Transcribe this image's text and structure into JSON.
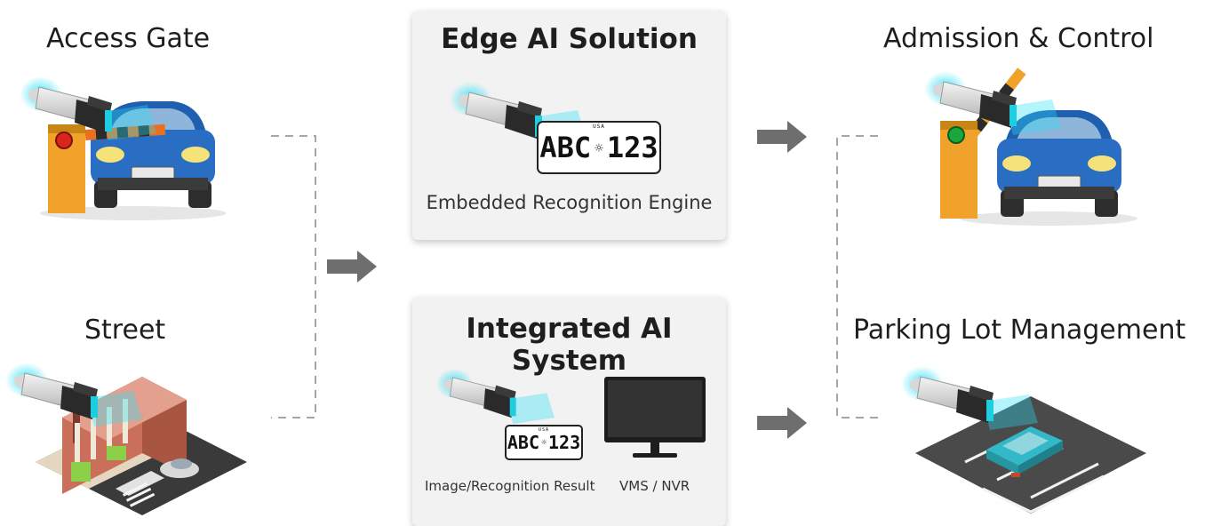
{
  "sources": {
    "access_gate": "Access Gate",
    "street": "Street"
  },
  "edge": {
    "title": "Edge AI Solution",
    "plate": {
      "left": "ABC",
      "sep": "☼",
      "right": "123",
      "state": "USA"
    },
    "subtitle": "Embedded Recognition Engine"
  },
  "integrated": {
    "title": "Integrated AI System",
    "plate": {
      "left": "ABC",
      "sep": "☼",
      "right": "123",
      "state": "USA"
    },
    "result_label": "Image/Recognition Result",
    "vms_label": "VMS / NVR"
  },
  "outputs": {
    "admission": "Admission & Control",
    "parking": "Parking Lot Management"
  },
  "colors": {
    "arrow": "#6e6e6e",
    "connector": "#888888",
    "camera_glow": "#27e0f5",
    "car_blue": "#1f5fb0",
    "barrier_orange": "#f0a22a",
    "signal_red": "#d9261c",
    "signal_green": "#18a83c",
    "parked_car": "#33b8c7"
  }
}
